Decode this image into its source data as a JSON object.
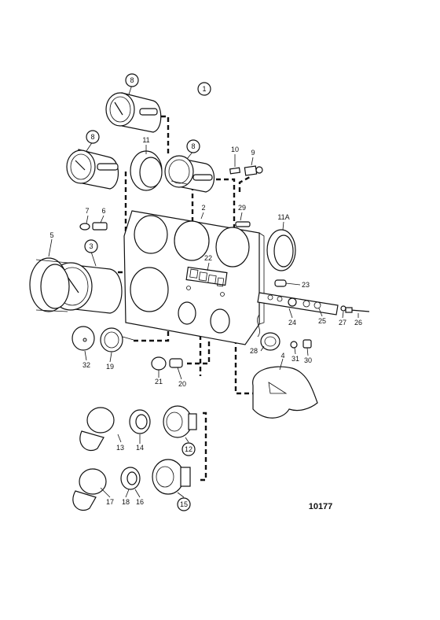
{
  "drawing_number": "10177",
  "callouts": {
    "c1": "1",
    "c2": "2",
    "c3": "3",
    "c4": "4",
    "c5": "5",
    "c6": "6",
    "c7": "7",
    "c8a": "8",
    "c8b": "8",
    "c8c": "8",
    "c9": "9",
    "c10": "10",
    "c11": "11",
    "c11a": "11A",
    "c12": "12",
    "c13": "13",
    "c14": "14",
    "c15": "15",
    "c16": "16",
    "c17": "17",
    "c18": "18",
    "c19": "19",
    "c20": "20",
    "c21": "21",
    "c22": "22",
    "c23": "23",
    "c24": "24",
    "c25": "25",
    "c26": "26",
    "c27": "27",
    "c28": "28",
    "c29": "29",
    "c30": "30",
    "c31": "31",
    "c32": "32"
  }
}
